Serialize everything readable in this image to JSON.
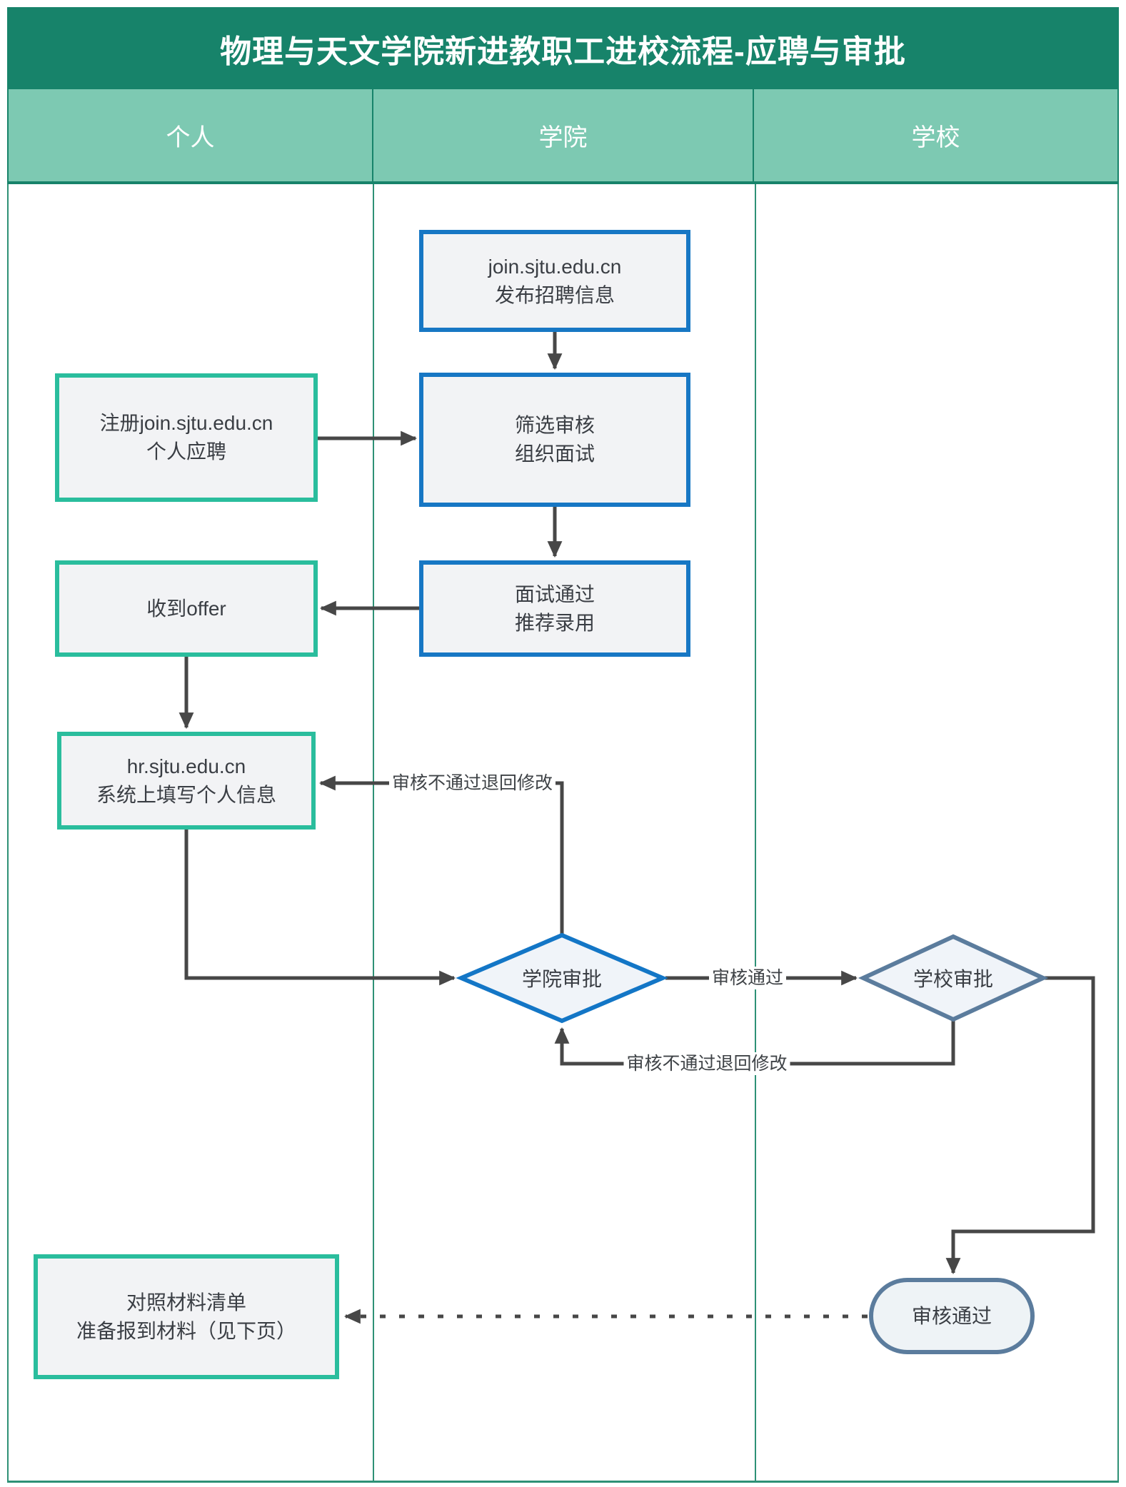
{
  "title": "物理与天文学院新进教职工进校流程-应聘与审批",
  "lanes": [
    "个人",
    "学院",
    "学校"
  ],
  "nodes": {
    "join": {
      "line1": "join.sjtu.edu.cn",
      "line2": "发布招聘信息"
    },
    "register": {
      "line1": "注册join.sjtu.edu.cn",
      "line2": "个人应聘"
    },
    "screen": {
      "line1": "筛选审核",
      "line2": "组织面试"
    },
    "offer": {
      "line1": "收到offer"
    },
    "interview": {
      "line1": "面试通过",
      "line2": "推荐录用"
    },
    "hr": {
      "line1": "hr.sjtu.edu.cn",
      "line2": "系统上填写个人信息"
    },
    "college_approval": {
      "label": "学院审批"
    },
    "school_approval": {
      "label": "学校审批"
    },
    "approved": {
      "label": "审核通过"
    },
    "materials": {
      "line1": "对照材料清单",
      "line2": "准备报到材料（见下页）"
    }
  },
  "edge_labels": {
    "reject_to_hr": "审核不通过退回修改",
    "pass": "审核通过",
    "reject_to_college": "审核不通过退回修改"
  },
  "colors": {
    "title_bar": "#17836A",
    "lane_header": "#7DC9B2",
    "table_border": "#2E9176",
    "box_blue_border": "#1777C4",
    "box_green_border": "#2ABD9D",
    "slate_border": "#5B7C9D",
    "node_fill": "#F2F3F5",
    "diamond_fill": "#F0F4F9",
    "connector": "#474747"
  }
}
